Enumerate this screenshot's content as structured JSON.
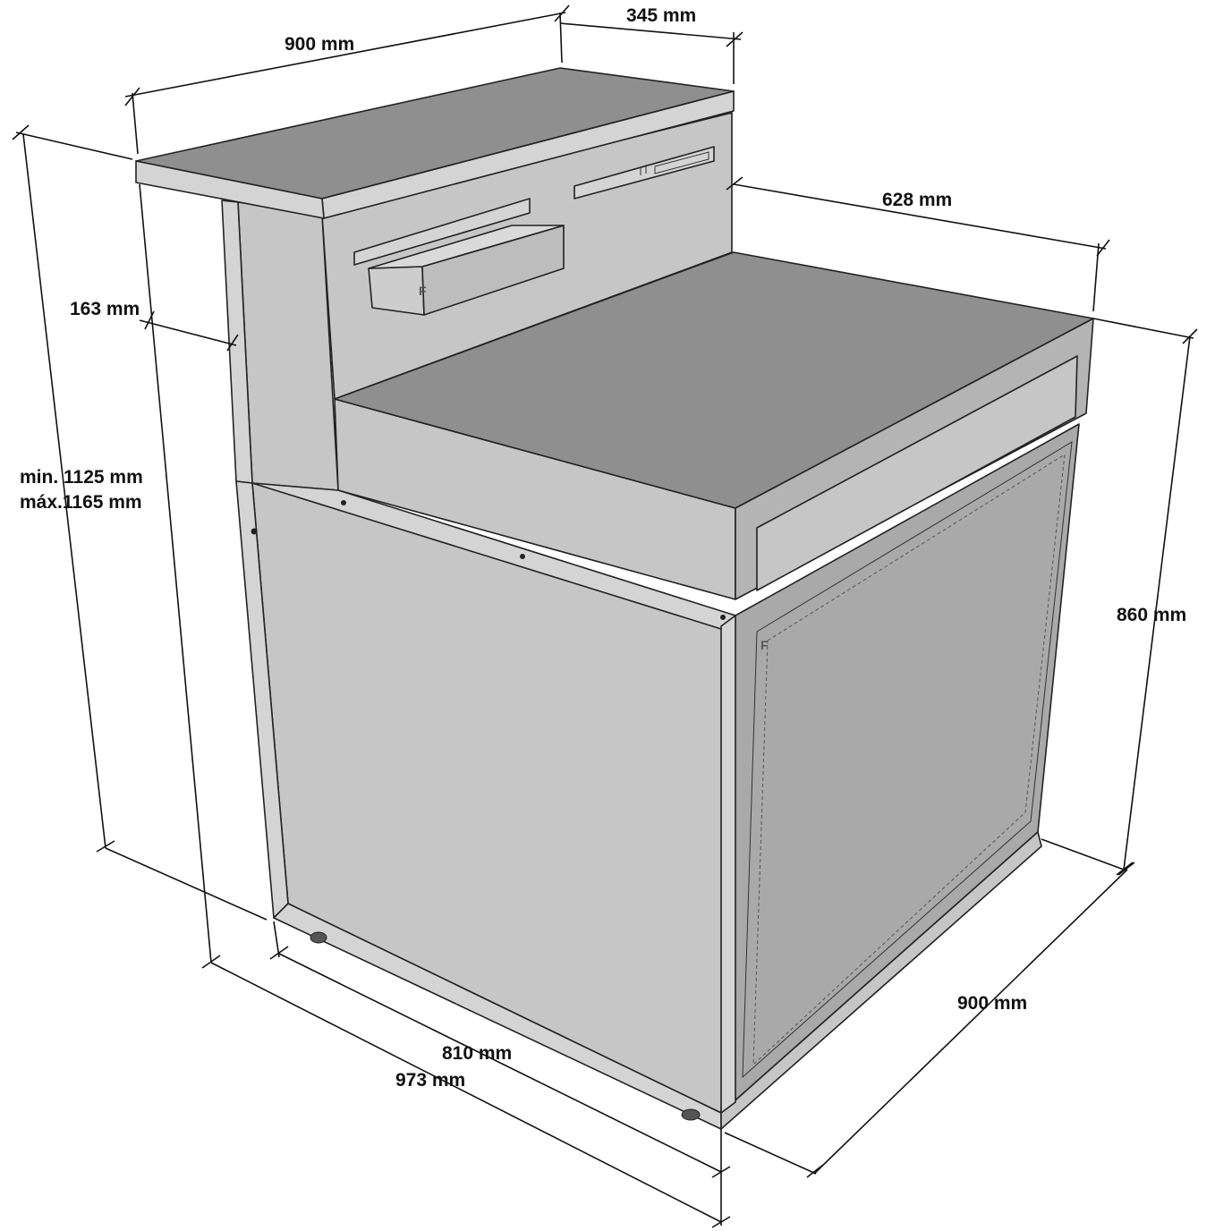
{
  "colors": {
    "top_surface": "#8f8f8f",
    "light_panel": "#c6c6c6",
    "mid_panel": "#a9a9a9",
    "edge_band": "#d4d4d4",
    "accent_slot": "#b8c8d8",
    "line": "#222222"
  },
  "dimensions": {
    "top_width": "900 mm",
    "top_depth": "345 mm",
    "body_depth": "628 mm",
    "splash_offset": "163 mm",
    "height_min": "min. 1125 mm",
    "height_max": "máx.1165 mm",
    "body_height": "860 mm",
    "front_inner": "810 mm",
    "front_outer": "973 mm",
    "side_width": "900 mm"
  },
  "icons": {
    "brand_mark": "f-logo-icon"
  },
  "logo_marks": [
    "F",
    "F"
  ]
}
